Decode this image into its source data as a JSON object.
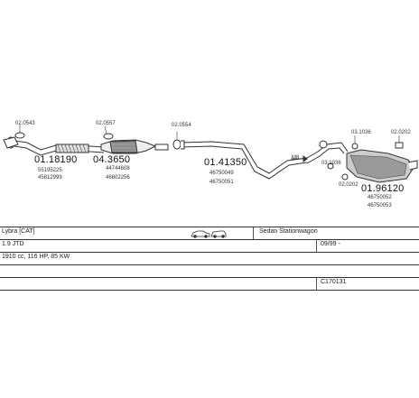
{
  "parts": [
    {
      "code": "02.0543"
    },
    {
      "code": "01.18190",
      "oem": [
        "55195225",
        "45812999"
      ]
    },
    {
      "code": "02.0557"
    },
    {
      "code": "04.3650",
      "oem": [
        "44744608",
        "46802256"
      ]
    },
    {
      "code": "02.0554"
    },
    {
      "code": "01.41350",
      "oem": [
        "46750049",
        "46750051"
      ]
    },
    {
      "code": "M8"
    },
    {
      "code": "03.1036"
    },
    {
      "code": "02.0202"
    },
    {
      "code": "02.0202"
    },
    {
      "code": "03.1036"
    },
    {
      "code": "01.96120",
      "oem": [
        "46750052",
        "46750053"
      ]
    }
  ],
  "info": {
    "row1": {
      "model": "Lybra [CAT]",
      "body": "Sedan Stationwagon"
    },
    "row2": {
      "engine": "1.9 JTD",
      "year": "09/99 -"
    },
    "row3": {
      "spec": "1910 cc, 116 HP, 85 KW"
    },
    "row5": {
      "ref": "C170131"
    }
  },
  "icons": [
    "car-sedan-icon",
    "car-wagon-icon"
  ]
}
